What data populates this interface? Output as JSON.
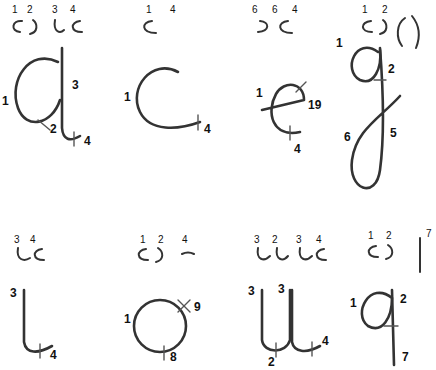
{
  "diagram": {
    "labels": [
      "1",
      "2",
      "3",
      "4",
      "1",
      "4",
      "6",
      "6",
      "4",
      "1",
      "2",
      "1",
      "3",
      "2",
      "4",
      "1",
      "4",
      "1",
      "19",
      "4",
      "1",
      "2",
      "6",
      "5",
      "3",
      "4",
      "1",
      "2",
      "4",
      "3",
      "2",
      "3",
      "4",
      "1",
      "2",
      "7",
      "3",
      "4",
      "1",
      "9",
      "8",
      "3",
      "3",
      "2",
      "4",
      "1",
      "2",
      "7"
    ]
  }
}
